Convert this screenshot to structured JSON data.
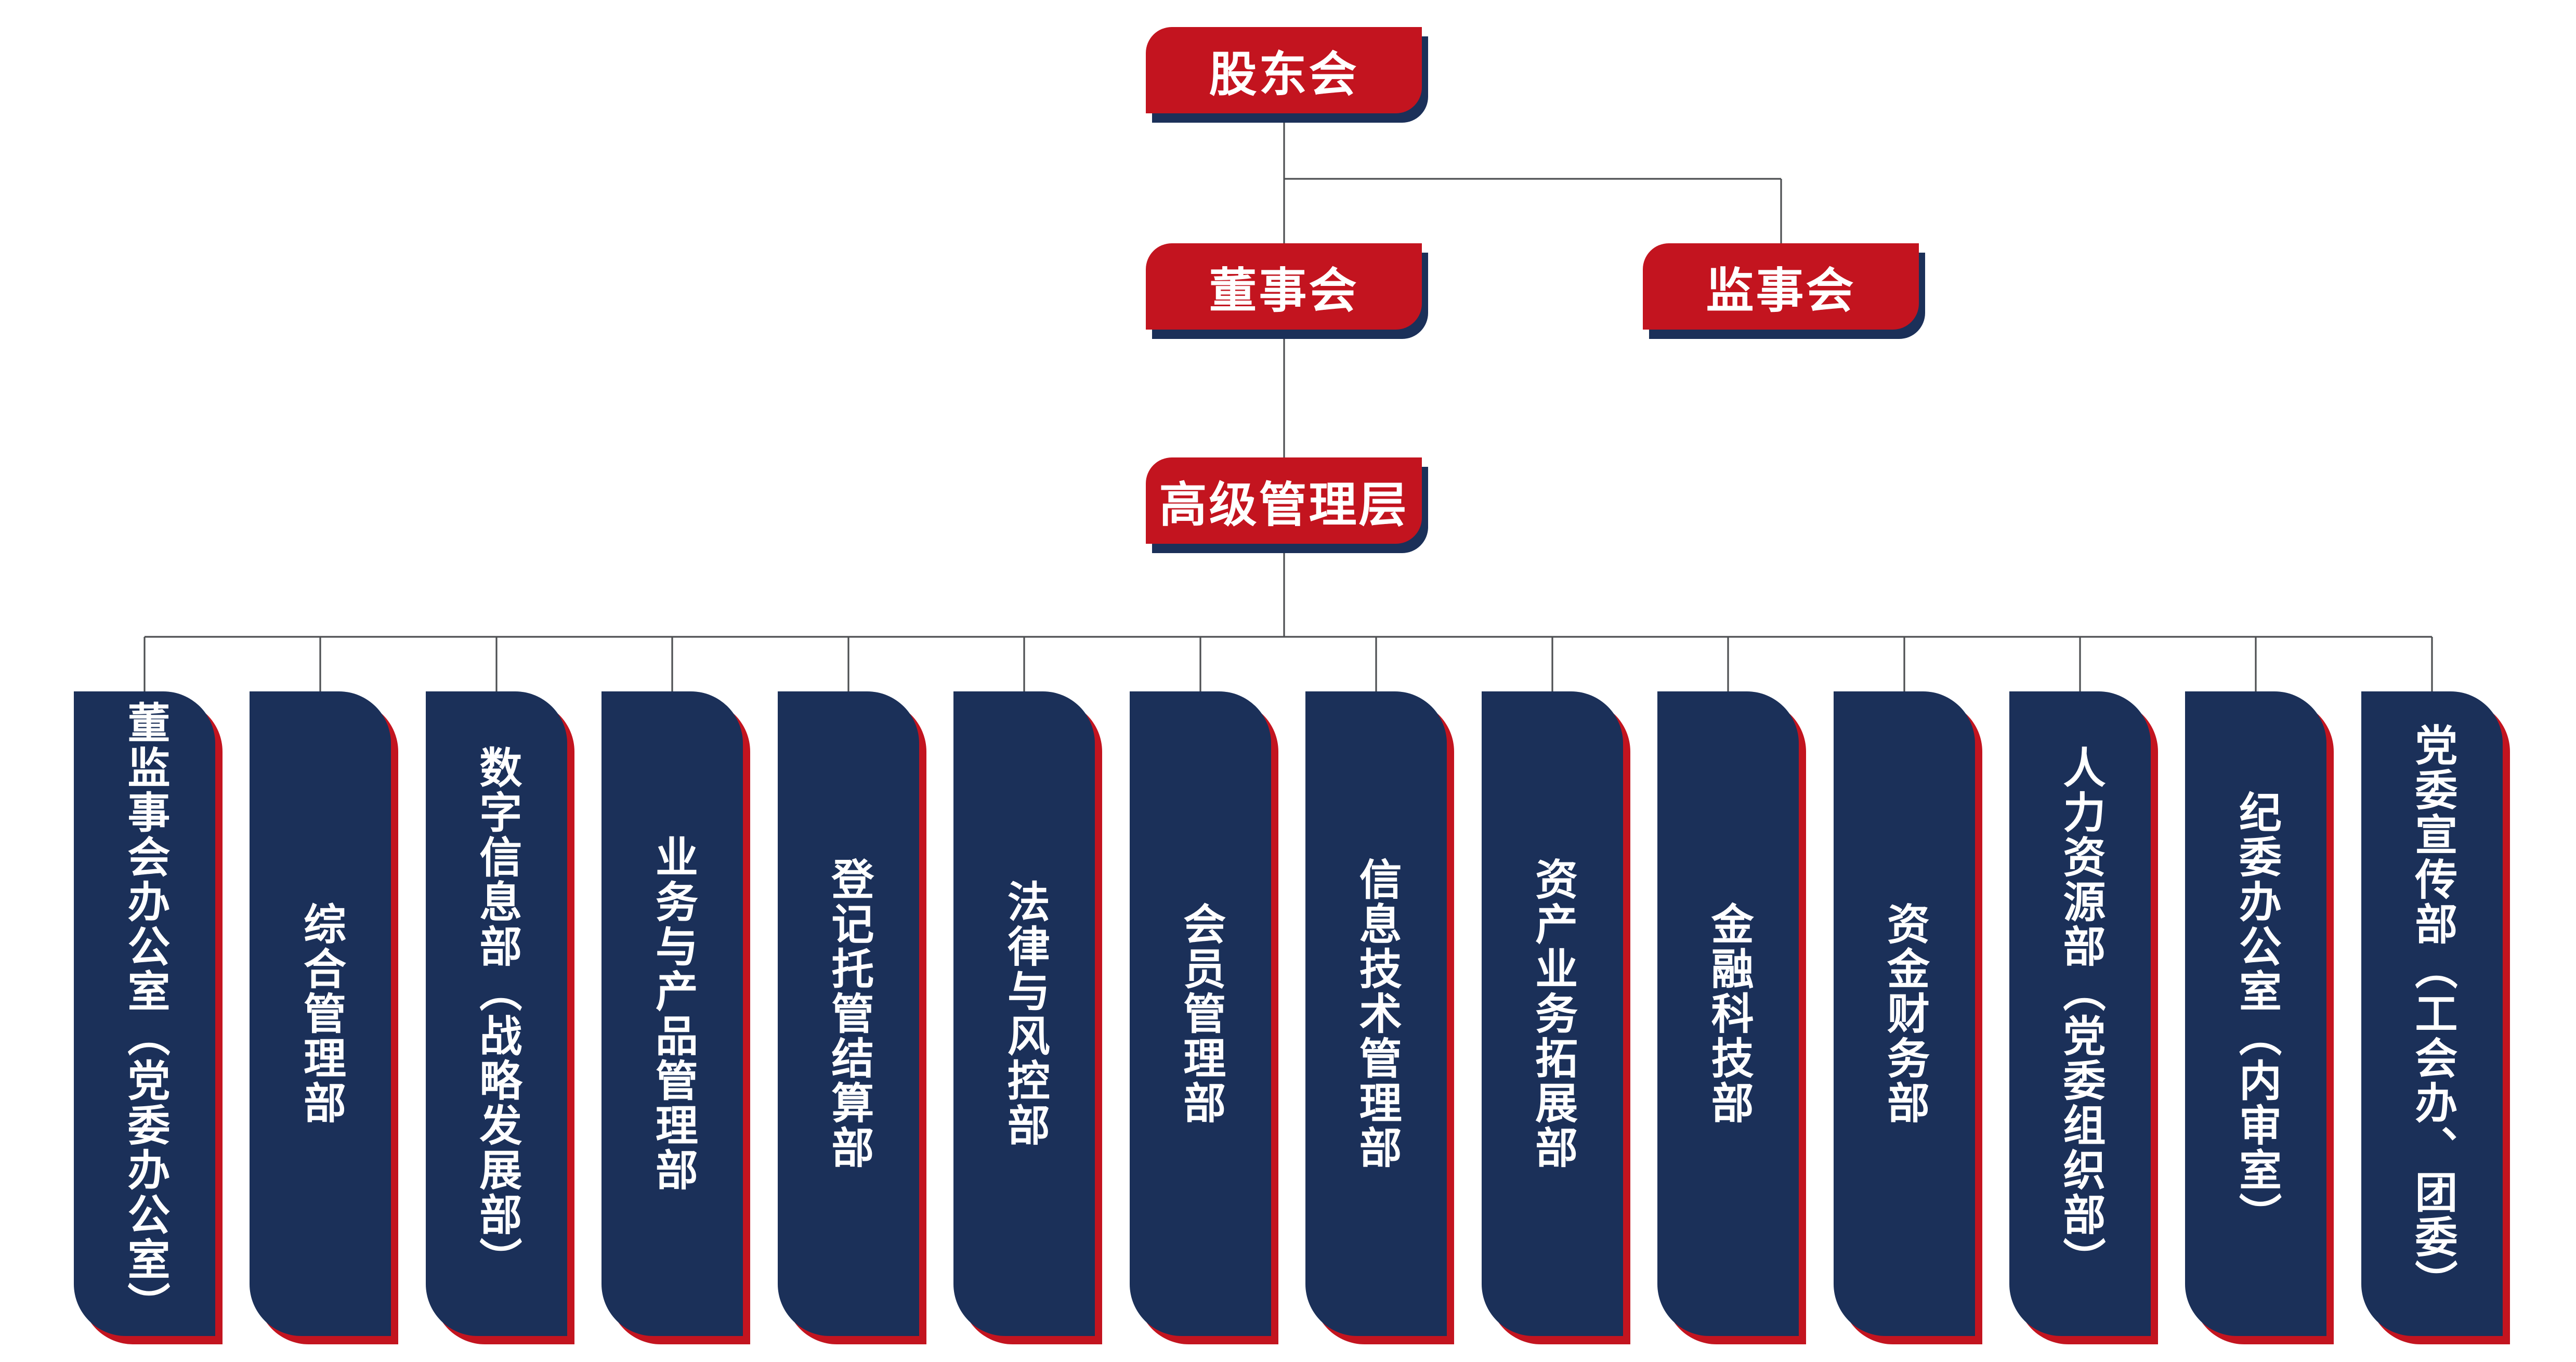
{
  "chart": {
    "type": "org-chart",
    "top_nodes": [
      {
        "id": "shareholders-meeting",
        "label": "股东会"
      },
      {
        "id": "board-of-directors",
        "label": "董事会"
      },
      {
        "id": "board-of-supervisors",
        "label": "监事会"
      },
      {
        "id": "senior-management",
        "label": "高级管理层"
      }
    ],
    "departments": [
      "董监事会办公室（党委办公室）",
      "综合管理部",
      "数字信息部（战略发展部）",
      "业务与产品管理部",
      "登记托管结算部",
      "法律与风控部",
      "会员管理部",
      "信息技术管理部",
      "资产业务拓展部",
      "金融科技部",
      "资金财务部",
      "人力资源部（党委组织部）",
      "纪委办公室（内审室）",
      "党委宣传部（工会办、团委）"
    ],
    "colors": {
      "box_red": "#c3141f",
      "box_navy": "#1b3059",
      "connector_gray": "#4d4f52",
      "label_white": "#ffffff",
      "background": "#ffffff"
    }
  }
}
